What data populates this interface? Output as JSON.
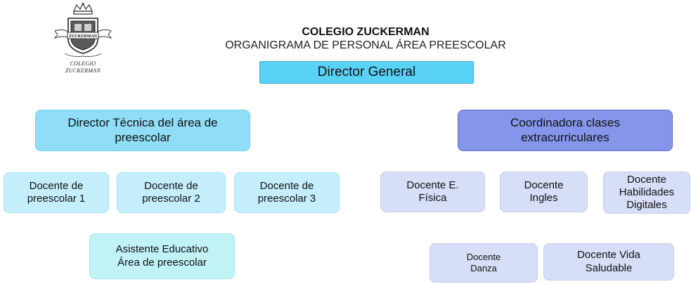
{
  "header": {
    "school_name": "COLEGIO ZUCKERMAN",
    "subtitle": "ORGANIGRAMA DE PERSONAL ÁREA PREESCOLAR",
    "logo_text": "COLEGIO\nZUCKERMAN",
    "logo_banner_text": "ZUCKERMAN"
  },
  "nodes": {
    "director_general": "Director General",
    "director_tecnica": "Director Técnica del área de\npreescolar",
    "coordinadora": "Coordinadora clases\nextracurriculares",
    "docente_preescolar_1": "Docente de\npreescolar 1",
    "docente_preescolar_2": "Docente de\npreescolar 2",
    "docente_preescolar_3": "Docente de\npreescolar 3",
    "asistente_educativo": "Asistente Educativo\nÁrea de preescolar",
    "docente_ed_fisica": "Docente E.\nFísica",
    "docente_ingles": "Docente\nIngles",
    "docente_habilidades": "Docente\nHabilidades\nDigitales",
    "docente_danza": "Docente\nDanza",
    "docente_vida_saludable": "Docente Vida\nSaludable"
  },
  "colors": {
    "director_general": "#5ad2f8",
    "director_tecnica": "#8fddf6",
    "coordinadora": "#8596ea",
    "docentes_preescolar": "#c4eefb",
    "asistente": "#c0f2f6",
    "docentes_extracurriculares": "#d7def7"
  }
}
